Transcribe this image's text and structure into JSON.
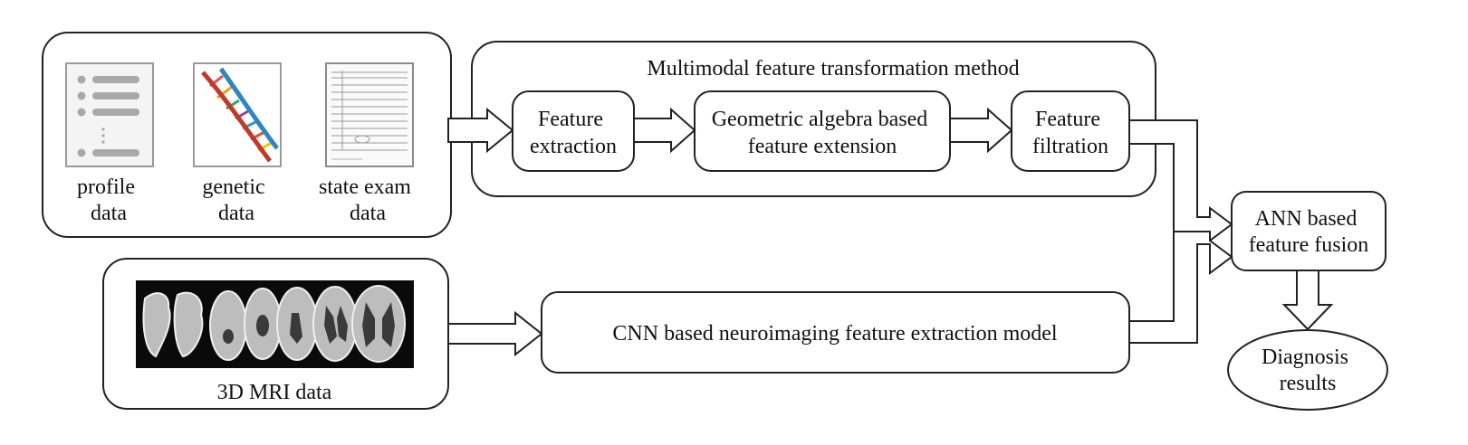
{
  "inputs": {
    "profile_line1": "profile",
    "profile_line2": "data",
    "genetic_line1": "genetic",
    "genetic_line2": "data",
    "exam_line1": "state exam",
    "exam_line2": "data",
    "mri_label": "3D MRI data"
  },
  "transform_panel": {
    "title": "Multimodal feature transformation method",
    "extraction_line1": "Feature",
    "extraction_line2": "extraction",
    "ga_line1": "Geometric algebra based",
    "ga_line2": "feature extension",
    "filtration_line1": "Feature",
    "filtration_line2": "filtration"
  },
  "cnn_model": "CNN based neuroimaging feature extraction model",
  "fusion": {
    "line1": "ANN based",
    "line2": "feature fusion"
  },
  "diagnosis": {
    "line1": "Diagnosis",
    "line2": "results"
  },
  "icons": [
    "profile-list-icon",
    "dna-helix-icon",
    "exam-document-icon",
    "mri-slices-image"
  ]
}
